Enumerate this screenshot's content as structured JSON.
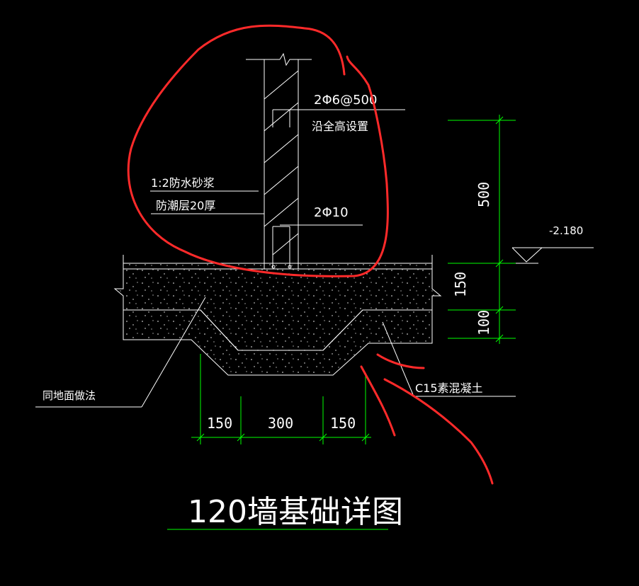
{
  "annotations": {
    "rebar_top": "2Φ6@500",
    "rebar_top_note": "沿全高设置",
    "mortar": "1:2防水砂浆",
    "damp_proof": "防潮层20厚",
    "rebar_bottom": "2Φ10",
    "floor": "同地面做法",
    "concrete": "C15素混凝土",
    "elevation": "-2.180"
  },
  "dimensions": {
    "vertical": [
      "500",
      "150",
      "100"
    ],
    "horizontal": [
      "150",
      "300",
      "150"
    ]
  },
  "title": "120墙基础详图",
  "colors": {
    "background": "#000000",
    "line": "#ffffff",
    "dimension": "#00ff00",
    "markup": "#ff2a2a"
  }
}
